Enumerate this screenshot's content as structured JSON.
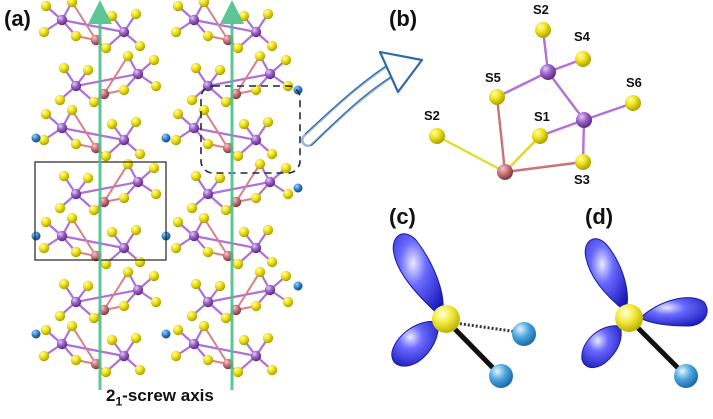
{
  "panels": {
    "a": "(a)",
    "b": "(b)",
    "c": "(c)",
    "d": "(d)"
  },
  "caption": {
    "main": "2",
    "sub": "1",
    "rest": "-screw axis"
  },
  "atom_labels": [
    "S2",
    "S4",
    "S5",
    "S6",
    "S2",
    "S1",
    "S3"
  ],
  "colors": {
    "sulfur": "#f0e61e",
    "phosphorus": "#9a5fc4",
    "metal": "#c9717a",
    "cation": "#2f80c8",
    "lobe": "#2c2cd6",
    "ligand": "#4da6e0",
    "axis": "#4dbf8a",
    "callout_arrow": "#2f6aa8"
  }
}
